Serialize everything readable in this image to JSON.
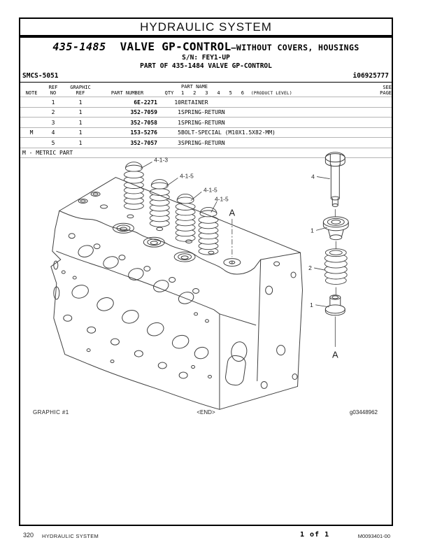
{
  "header": {
    "title": "HYDRAULIC SYSTEM"
  },
  "title_block": {
    "part_number": "435-1485",
    "name": "VALVE GP-CONTROL",
    "suffix": "—WITHOUT COVERS, HOUSINGS",
    "serial": "S/N: FEY1-UP",
    "part_of": "PART OF 435-1484 VALVE GP-CONTROL"
  },
  "meta": {
    "smcs": "SMCS-5051",
    "doc_id": "i06925777"
  },
  "table": {
    "headers": {
      "note": "NOTE",
      "ref_line1": "REF",
      "ref_line2": "NO",
      "graphic_line1": "GRAPHIC",
      "graphic_line2": "REF",
      "part_number": "PART NUMBER",
      "qty": "QTY",
      "part_name": "PART NAME",
      "product_level_nums": "1  2  3  4  5  6",
      "product_level": "(PRODUCT LEVEL)",
      "see_line1": "SEE",
      "see_line2": "PAGE"
    },
    "rows": [
      {
        "note": "",
        "ref_no": "1",
        "graphic_ref": "1",
        "part_number": "6E-2271",
        "qty": "10",
        "part_name": "RETAINER",
        "see_page": ""
      },
      {
        "note": "",
        "ref_no": "2",
        "graphic_ref": "1",
        "part_number": "352-7059",
        "qty": "1",
        "part_name": "SPRING-RETURN",
        "see_page": ""
      },
      {
        "note": "",
        "ref_no": "3",
        "graphic_ref": "1",
        "part_number": "352-7058",
        "qty": "1",
        "part_name": "SPRING-RETURN",
        "see_page": ""
      },
      {
        "note": "M",
        "ref_no": "4",
        "graphic_ref": "1",
        "part_number": "153-5276",
        "qty": "5",
        "part_name": "BOLT-SPECIAL (M10X1.5X82-MM)",
        "see_page": ""
      },
      {
        "note": "",
        "ref_no": "5",
        "graphic_ref": "1",
        "part_number": "352-7057",
        "qty": "3",
        "part_name": "SPRING-RETURN",
        "see_page": ""
      }
    ],
    "footnote": "M - METRIC PART"
  },
  "drawing": {
    "callouts": {
      "spring1": "4-1-3",
      "spring2": "4-1-5",
      "spring3": "4-1-5",
      "spring4": "4-1-5",
      "section_top": "A",
      "exploded_bolt": "4",
      "exploded_retainer_top": "1",
      "exploded_spring": "2",
      "exploded_retainer_bottom": "1",
      "section_bottom": "A"
    },
    "caption_left": "GRAPHIC #1",
    "caption_center": "<END>",
    "caption_right": "g03448962"
  },
  "footer": {
    "page_number": "320",
    "section": "HYDRAULIC SYSTEM",
    "sheet": "1 of 1",
    "doc_code": "M0093401-00"
  }
}
